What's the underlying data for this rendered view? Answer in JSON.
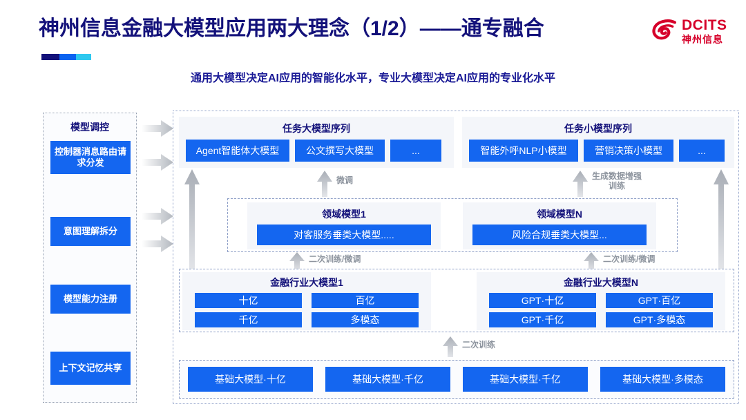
{
  "header": {
    "title": "神州信息金融大模型应用两大理念（1/2）——通专融合",
    "subtitle": "通用大模型决定AI应用的智能化水平，专业大模型决定AI应用的专业化水平",
    "logo_en": "DCITS",
    "logo_cn": "神州信息",
    "accent_colors": [
      "#13117a",
      "#0b63f0",
      "#2ec8ef"
    ],
    "brand_red": "#d6002a",
    "title_color": "#13117a"
  },
  "sidebar": {
    "title": "模型调控",
    "items": [
      {
        "label": "控制器消息路由请求分发"
      },
      {
        "label": "意图理解拆分"
      },
      {
        "label": "模型能力注册"
      },
      {
        "label": "上下文记忆共享"
      }
    ]
  },
  "connectors": {
    "right_arrows": [
      "arrow-right-icon",
      "arrow-right-icon",
      "arrow-right-icon",
      "arrow-right-icon"
    ],
    "labels": {
      "fine_tune": "微调",
      "gen_data_aug": "生成数据增强\n训练",
      "gen_data_aug_line1": "生成数据增强",
      "gen_data_aug_line2": "训练",
      "retrain_finetune": "二次训练/微调",
      "retrain": "二次训练"
    }
  },
  "main": {
    "task_groups": [
      {
        "heading": "任务大模型序列",
        "chips": [
          "Agent智能体大模型",
          "公文撰写大模型",
          "..."
        ]
      },
      {
        "heading": "任务小模型序列",
        "chips": [
          "智能外呼NLP小模型",
          "营销决策小模型",
          "..."
        ]
      }
    ],
    "domain_models": [
      {
        "heading": "领域模型1",
        "chip": "对客服务垂类大模型....."
      },
      {
        "heading": "领域模型N",
        "chip": "风险合规垂类大模型..."
      }
    ],
    "industry_models": [
      {
        "heading": "金融行业大模型1",
        "cells": [
          "十亿",
          "百亿",
          "千亿",
          "多模态"
        ]
      },
      {
        "heading": "金融行业大模型N",
        "cells": [
          "GPT·十亿",
          "GPT·百亿",
          "GPT·千亿",
          "GPT·多模态"
        ]
      }
    ],
    "base_models": [
      "基础大模型·十亿",
      "基础大模型·千亿",
      "基础大模型·千亿",
      "基础大模型·多模态"
    ]
  },
  "colors": {
    "chip_blue": "#1466f0",
    "panel_gray": "#f4f6fa",
    "border_dotted": "#8fa0c8",
    "label_gray": "#8d949e"
  }
}
